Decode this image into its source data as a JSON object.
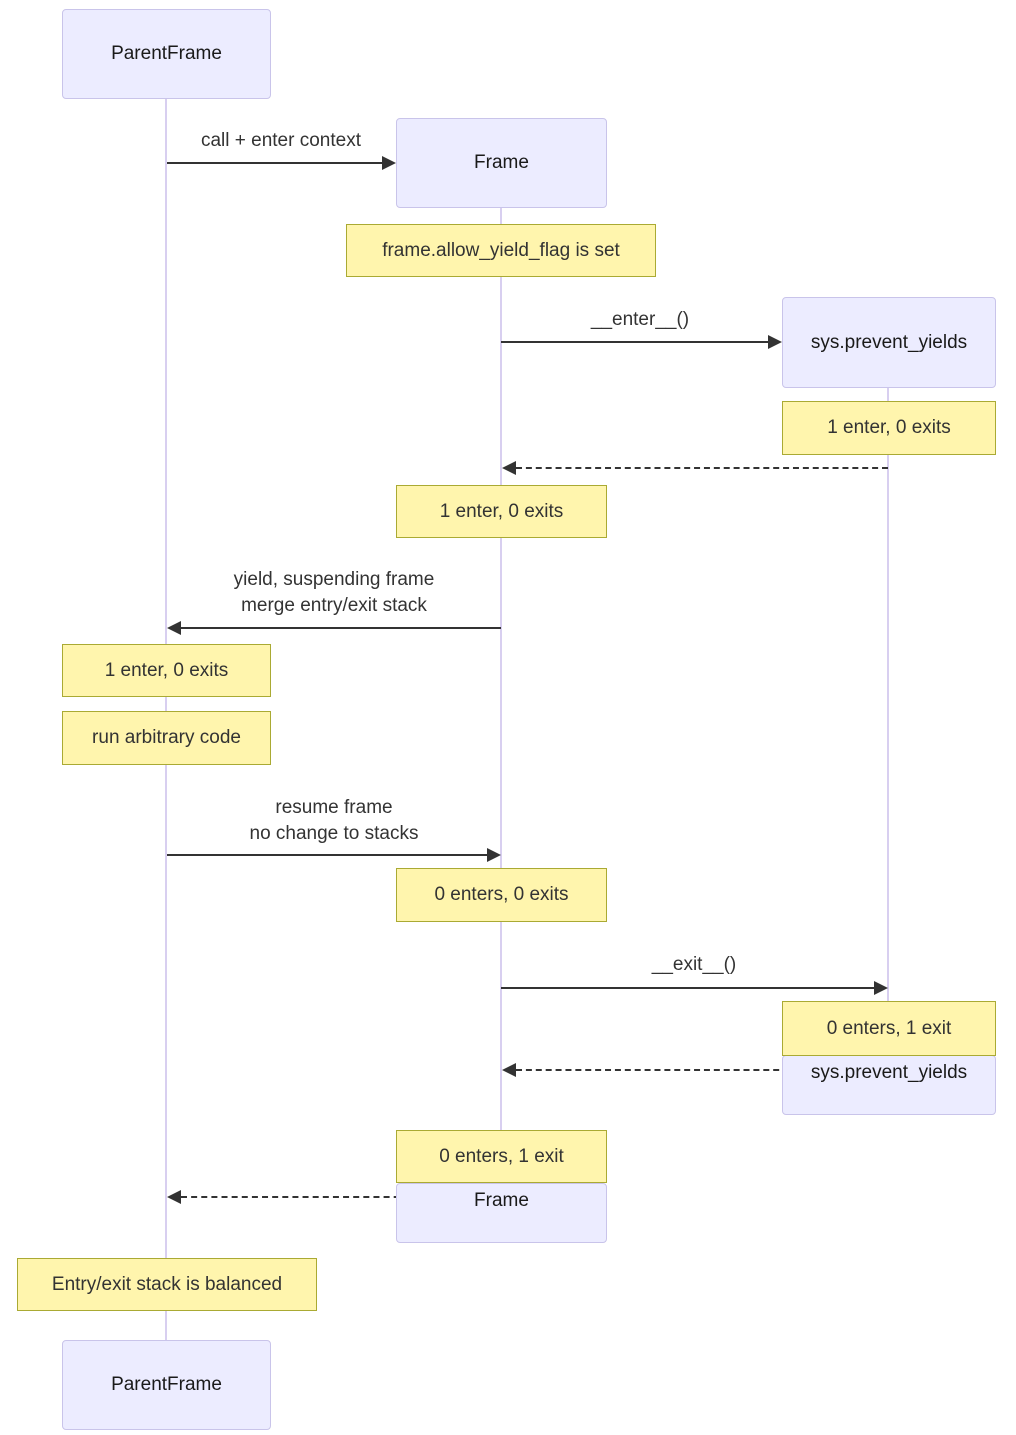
{
  "diagram_type": "sequence",
  "actors": {
    "parent": {
      "label": "ParentFrame"
    },
    "frame": {
      "label": "Frame"
    },
    "sys": {
      "label": "sys.prevent_yields"
    }
  },
  "messages": {
    "call": {
      "label": "call + enter context",
      "style": "solid",
      "from": "parent",
      "to": "frame"
    },
    "enter": {
      "label": "__enter__()",
      "style": "solid",
      "from": "frame",
      "to": "sys"
    },
    "enter_return": {
      "style": "dashed",
      "from": "sys",
      "to": "frame"
    },
    "yield": {
      "line1": "yield, suspending frame",
      "line2": "merge entry/exit stack",
      "style": "solid",
      "from": "frame",
      "to": "parent"
    },
    "resume": {
      "line1": "resume frame",
      "line2": "no change to stacks",
      "style": "solid",
      "from": "parent",
      "to": "frame"
    },
    "exit": {
      "label": "__exit__()",
      "style": "solid",
      "from": "frame",
      "to": "sys"
    },
    "exit_return": {
      "style": "dashed",
      "from": "sys",
      "to": "frame"
    },
    "final_return": {
      "style": "dashed",
      "from": "frame",
      "to": "parent"
    }
  },
  "notes": {
    "allow_yield_flag": "frame.allow_yield_flag is set",
    "sys_after_enter": "1 enter, 0 exits",
    "frame_after_enter": "1 enter, 0 exits",
    "parent_after_yield": "1 enter, 0 exits",
    "run_arbitrary_code": "run arbitrary code",
    "frame_after_resume": "0 enters, 0 exits",
    "sys_after_exit": "0 enters, 1 exit",
    "frame_after_exit": "0 enters, 1 exit",
    "balanced": "Entry/exit stack is balanced"
  },
  "colors": {
    "actor_fill": "#ECECFF",
    "actor_border": "#C9C4EA",
    "note_fill": "#FFF5AD",
    "note_border": "#AAAA33",
    "message_line": "#333333",
    "lifeline": "#D8CFF0",
    "text": "#333333"
  }
}
